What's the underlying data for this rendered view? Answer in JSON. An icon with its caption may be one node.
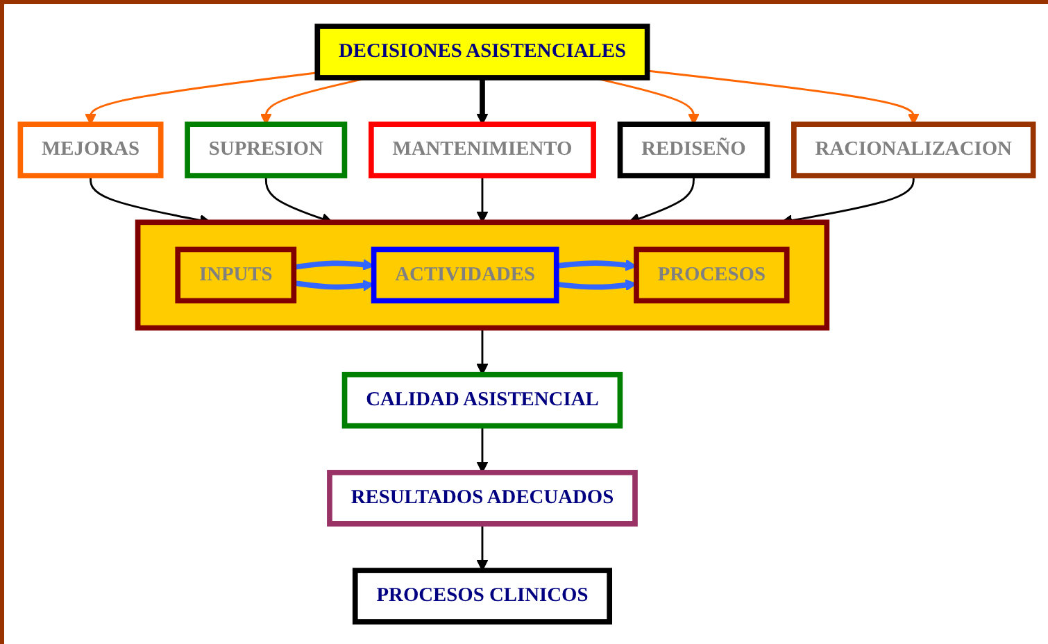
{
  "diagram": {
    "nodes": [
      {
        "text": [
          "DECISIONES ASISTENCIALES"
        ]
      },
      {
        "text": [
          "MEJORAS"
        ]
      },
      {
        "text": [
          "SUPRESION"
        ]
      },
      {
        "text": [
          "MANTENIMIENTO"
        ]
      },
      {
        "text": [
          "REDISEÑO"
        ]
      },
      {
        "text": [
          "RACIONALIZACION"
        ]
      },
      {
        "text": [],
        "shape": "box"
      },
      {
        "text": [
          "INPUTS"
        ],
        "in": 6
      },
      {
        "text": [
          "ACTIVIDADES"
        ],
        "in": 6
      },
      {
        "text": [
          "PROCESOS"
        ],
        "in": 6
      },
      {
        "text": [
          "CALIDAD ASISTENCIAL"
        ]
      },
      {
        "text": [
          "RESULTADOS ADECUADOS"
        ]
      },
      {
        "text": [
          "PROCESOS CLINICOS"
        ]
      }
    ],
    "edges": [
      {
        "from": 0,
        "to": 1,
        "arrow": "to",
        "color": "#ff6600"
      },
      {
        "from": 0,
        "to": 2,
        "arrow": "to",
        "color": "#ff6600"
      },
      {
        "from": 0,
        "to": 3,
        "arrow": "to",
        "style": "thick"
      },
      {
        "from": 0,
        "to": 4,
        "arrow": "to",
        "color": "#ff6600"
      },
      {
        "from": 0,
        "to": 5,
        "arrow": "to",
        "color": "#ff6600"
      },
      {
        "from": 1,
        "to": 6,
        "arrow": "to"
      },
      {
        "from": 2,
        "to": 6,
        "arrow": "to"
      },
      {
        "from": 3,
        "to": 6,
        "arrow": "to"
      },
      {
        "from": 4,
        "to": 6,
        "arrow": "to"
      },
      {
        "from": 5,
        "to": 6,
        "arrow": "to"
      },
      {
        "from": 7,
        "to": 8,
        "arrow": "to",
        "style": "thick",
        "color": "#3366ff"
      },
      {
        "from": 7,
        "to": 8,
        "arrow": "to",
        "style": "thick",
        "color": "#3366ff"
      },
      {
        "from": 8,
        "to": 9,
        "arrow": "to",
        "style": "thick",
        "color": "#3366ff"
      },
      {
        "from": 8,
        "to": 9,
        "arrow": "to",
        "style": "thick",
        "color": "#3366ff"
      },
      {
        "from": 6,
        "to": 10,
        "arrow": "to"
      },
      {
        "from": 10,
        "to": 11,
        "arrow": "to"
      },
      {
        "from": 11,
        "to": 12,
        "arrow": "to"
      }
    ]
  }
}
